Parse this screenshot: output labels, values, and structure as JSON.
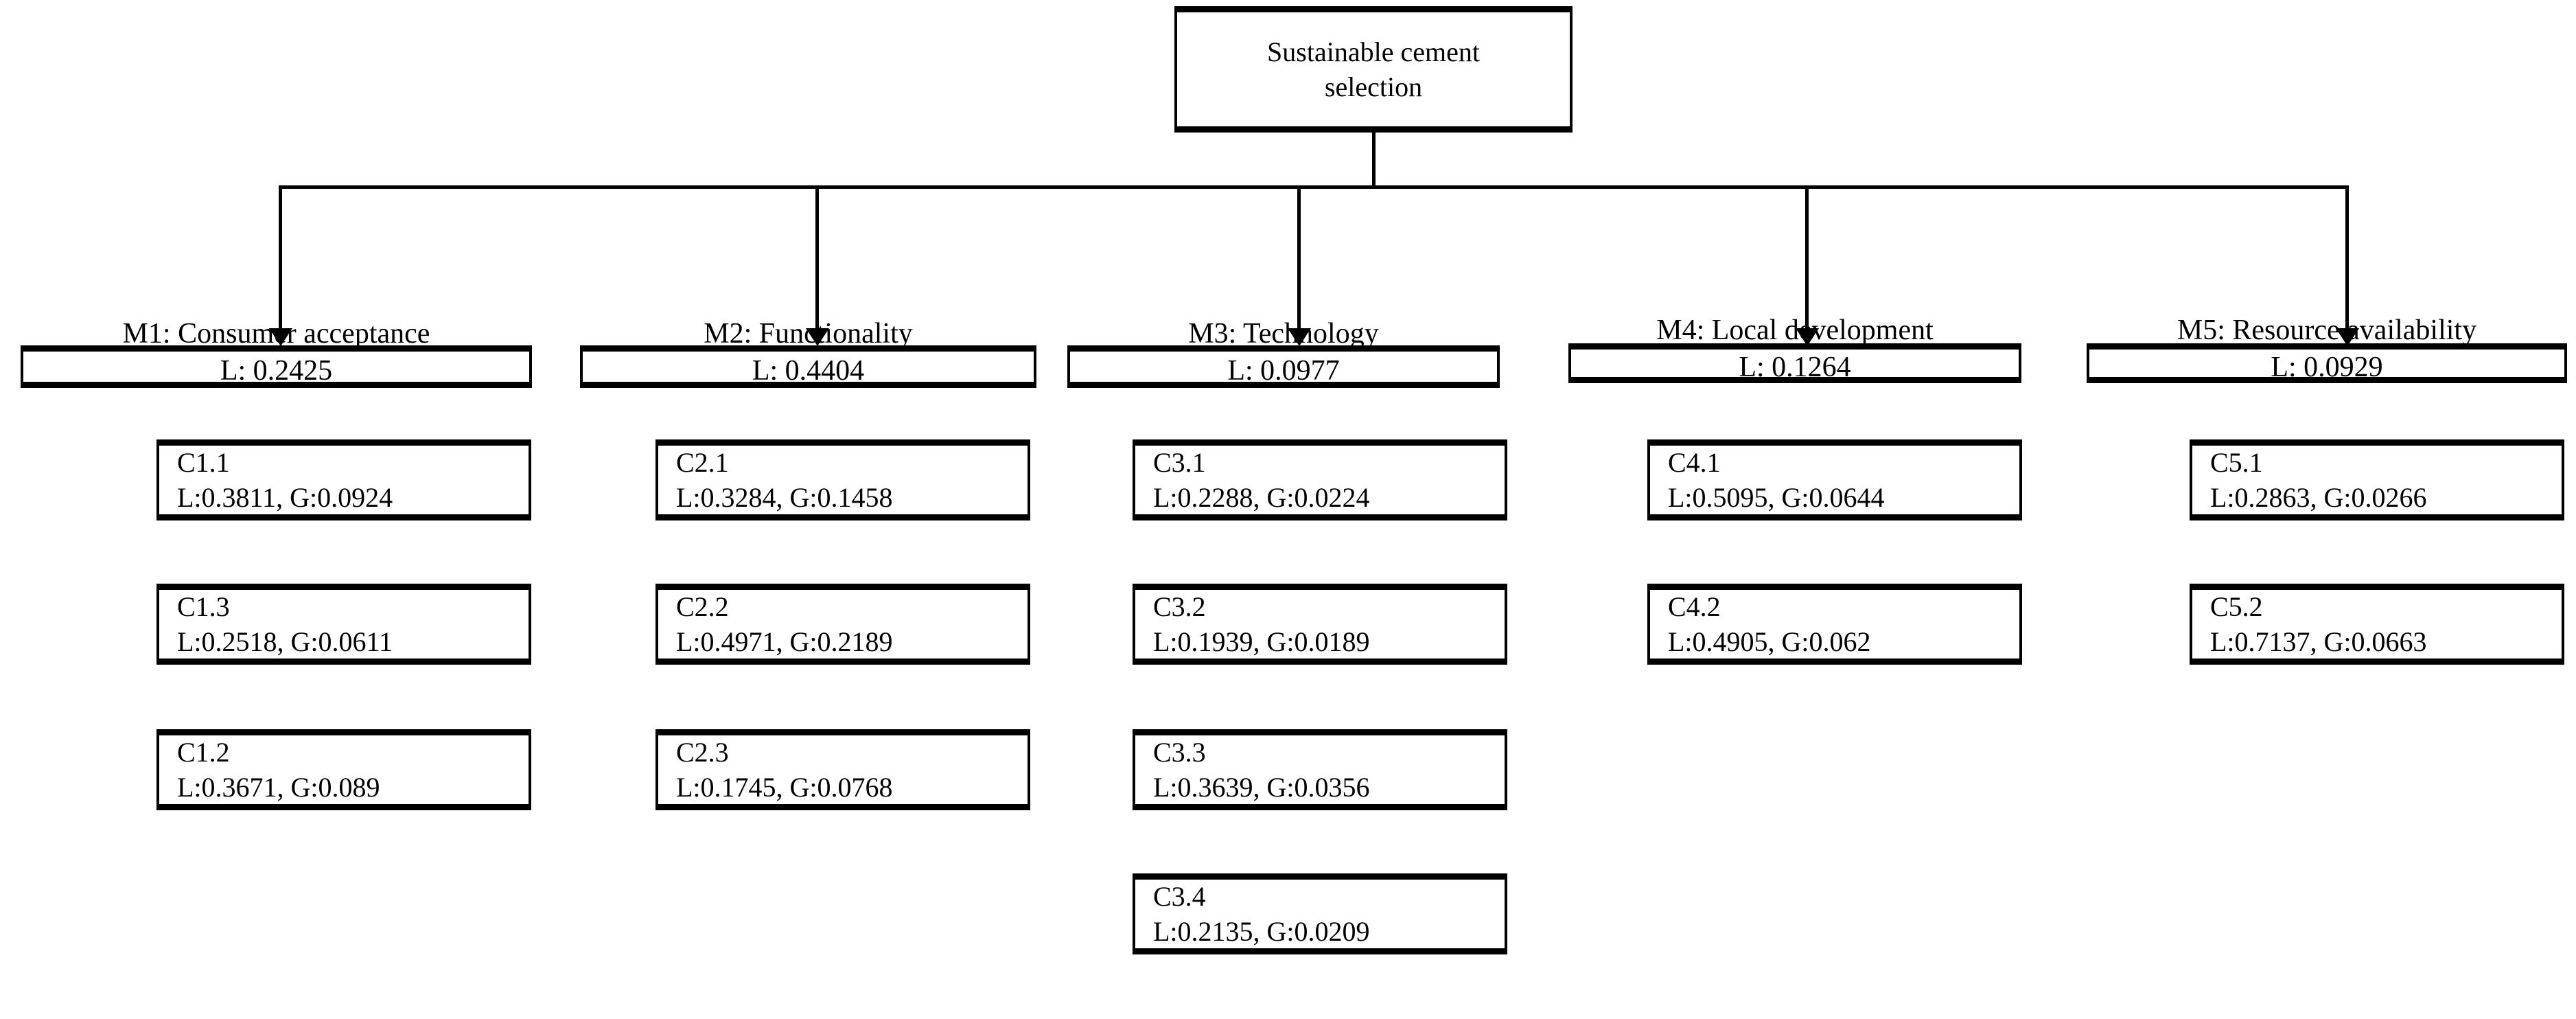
{
  "diagram": {
    "title_node": {
      "id": "goal",
      "lines": [
        "Sustainable cement selection"
      ],
      "line1": "Sustainable cement",
      "line2": "selection"
    },
    "criteria": [
      {
        "id": "M1",
        "name": "M1: Consumer acceptance",
        "local_weight_label": "L: 0.2425",
        "local_weight": 0.2425
      },
      {
        "id": "M2",
        "name": "M2: Functionality",
        "local_weight_label": "L: 0.4404",
        "local_weight": 0.4404
      },
      {
        "id": "M3",
        "name": "M3: Technology",
        "local_weight_label": "L: 0.0977",
        "local_weight": 0.0977
      },
      {
        "id": "M4",
        "name": "M4: Local development",
        "local_weight_label": "L: 0.1264",
        "local_weight": 0.1264
      },
      {
        "id": "M5",
        "name": "M5: Resource availability",
        "local_weight_label": "L: 0.0929",
        "local_weight": 0.0929
      }
    ],
    "subcriteria_columns": [
      {
        "parent": "M1",
        "items": [
          {
            "id": "C1.1",
            "weights_label": "L:0.3811, G:0.0924",
            "local": 0.3811,
            "global": 0.0924
          },
          {
            "id": "C1.3",
            "weights_label": "L:0.2518, G:0.0611",
            "local": 0.2518,
            "global": 0.0611
          },
          {
            "id": "C1.2",
            "weights_label": "L:0.3671, G:0.089",
            "local": 0.3671,
            "global": 0.089
          }
        ]
      },
      {
        "parent": "M2",
        "items": [
          {
            "id": "C2.1",
            "weights_label": "L:0.3284, G:0.1458",
            "local": 0.3284,
            "global": 0.1458
          },
          {
            "id": "C2.2",
            "weights_label": "L:0.4971, G:0.2189",
            "local": 0.4971,
            "global": 0.2189
          },
          {
            "id": "C2.3",
            "weights_label": "L:0.1745, G:0.0768",
            "local": 0.1745,
            "global": 0.0768
          }
        ]
      },
      {
        "parent": "M3",
        "items": [
          {
            "id": "C3.1",
            "weights_label": "L:0.2288, G:0.0224",
            "local": 0.2288,
            "global": 0.0224
          },
          {
            "id": "C3.2",
            "weights_label": "L:0.1939, G:0.0189",
            "local": 0.1939,
            "global": 0.0189
          },
          {
            "id": "C3.3",
            "weights_label": "L:0.3639, G:0.0356",
            "local": 0.3639,
            "global": 0.0356
          },
          {
            "id": "C3.4",
            "weights_label": "L:0.2135, G:0.0209",
            "local": 0.2135,
            "global": 0.0209
          }
        ]
      },
      {
        "parent": "M4",
        "items": [
          {
            "id": "C4.1",
            "weights_label": "L:0.5095, G:0.0644",
            "local": 0.5095,
            "global": 0.0644
          },
          {
            "id": "C4.2",
            "weights_label": "L:0.4905, G:0.062",
            "local": 0.4905,
            "global": 0.062
          }
        ]
      },
      {
        "parent": "M5",
        "items": [
          {
            "id": "C5.1",
            "weights_label": "L:0.2863, G:0.0266",
            "local": 0.2863,
            "global": 0.0266
          },
          {
            "id": "C5.2",
            "weights_label": "L:0.7137, G:0.0663",
            "local": 0.7137,
            "global": 0.0663
          }
        ]
      }
    ],
    "colors": {
      "border": "#000000",
      "fill": "#ffffff",
      "text": "#000000",
      "connector": "#000000"
    }
  }
}
